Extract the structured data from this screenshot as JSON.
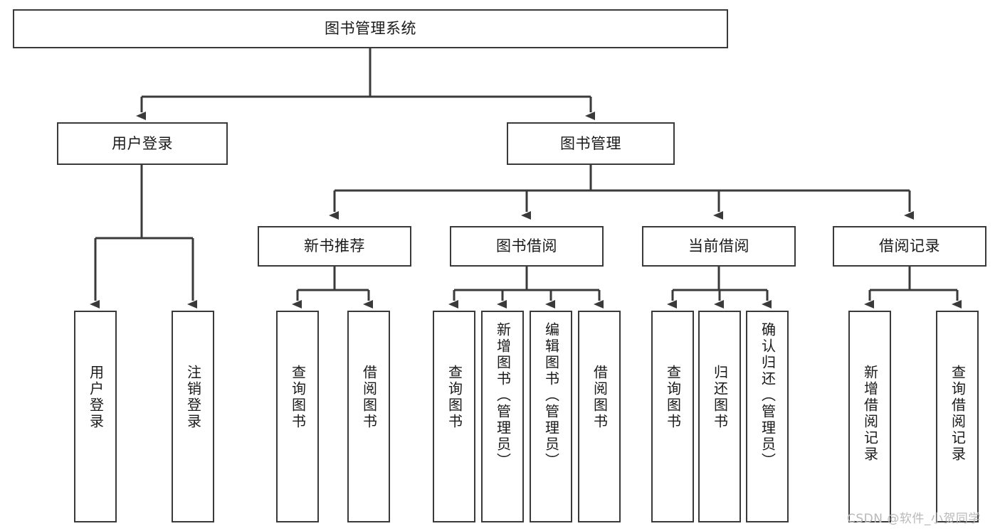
{
  "diagram": {
    "title": "图书管理系统",
    "type": "tree-hierarchy",
    "colors": {
      "stroke": "#3a3a3a",
      "fill": "#ffffff",
      "text": "#1a1a1a",
      "watermark": "#b9b9b9"
    },
    "root": {
      "label": "图书管理系统"
    },
    "level1": [
      {
        "label": "用户登录"
      },
      {
        "label": "图书管理"
      }
    ],
    "level2": [
      {
        "label": "新书推荐"
      },
      {
        "label": "图书借阅"
      },
      {
        "label": "当前借阅"
      },
      {
        "label": "借阅记录"
      }
    ],
    "leaves": {
      "user_login": [
        {
          "label": "用户登录"
        },
        {
          "label": "注销登录"
        }
      ],
      "new_book_recommend": [
        {
          "label": "查询图书"
        },
        {
          "label": "借阅图书"
        }
      ],
      "book_borrow": [
        {
          "label": "查询图书"
        },
        {
          "label": "新增图书（管理员）"
        },
        {
          "label": "编辑图书（管理员）"
        },
        {
          "label": "借阅图书"
        }
      ],
      "current_borrow": [
        {
          "label": "查询图书"
        },
        {
          "label": "归还图书"
        },
        {
          "label": "确认归还（管理员）"
        }
      ],
      "borrow_records": [
        {
          "label": "新增借阅记录"
        },
        {
          "label": "查询借阅记录"
        }
      ]
    }
  },
  "watermark": {
    "text": "CSDN @软件_小贺同学"
  }
}
